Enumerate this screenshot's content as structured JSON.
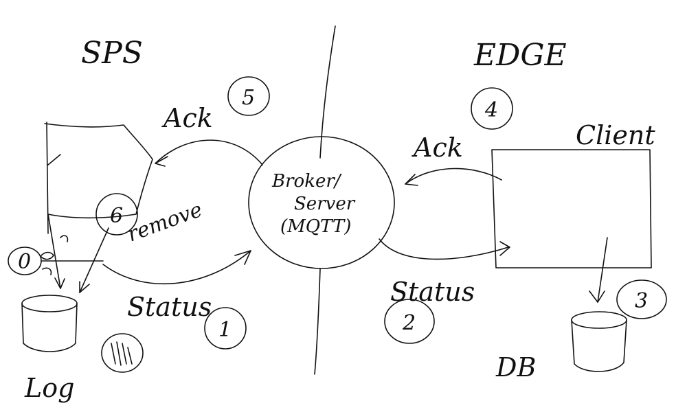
{
  "sections": {
    "left": "SPS",
    "right": "EDGE"
  },
  "broker": {
    "line1": "Broker/",
    "line2": "Server",
    "line3": "(MQTT)"
  },
  "client": "Client",
  "stores": {
    "log": "Log",
    "db": "DB"
  },
  "arrows": {
    "ack_left": "Ack",
    "ack_right": "Ack",
    "status_left": "Status",
    "status_right": "Status",
    "remove": "remove"
  },
  "steps": {
    "one": "1",
    "two": "2",
    "three": "3",
    "four": "4",
    "five": "5",
    "six": "6",
    "zero": "0"
  }
}
